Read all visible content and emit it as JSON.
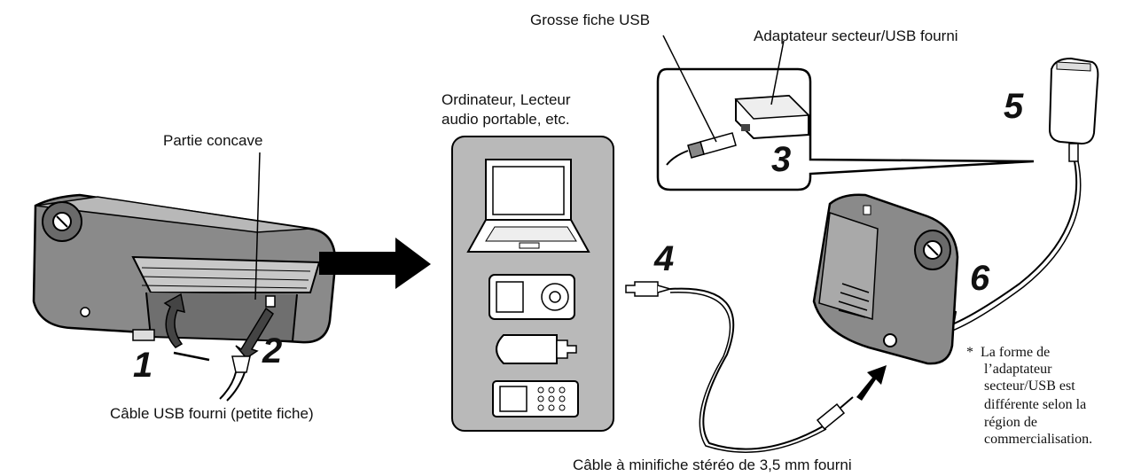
{
  "labels": {
    "grosse_fiche": "Grosse fiche USB",
    "adaptateur": "Adaptateur secteur/USB fourni",
    "ordinateur_l1": "Ordinateur, Lecteur",
    "ordinateur_l2": "audio portable, etc.",
    "partie_concave": "Partie concave",
    "cable_usb": "Câble USB fourni (petite fiche)",
    "cable_mini": "Câble à minifiche stéréo de 3,5 mm fourni"
  },
  "steps": [
    "1",
    "2",
    "3",
    "4",
    "5",
    "6"
  ],
  "note": {
    "mark": "*",
    "lines": [
      "La forme de",
      "l’adaptateur",
      "secteur/USB est",
      "différente selon la",
      "région de",
      "commercialisation."
    ]
  }
}
